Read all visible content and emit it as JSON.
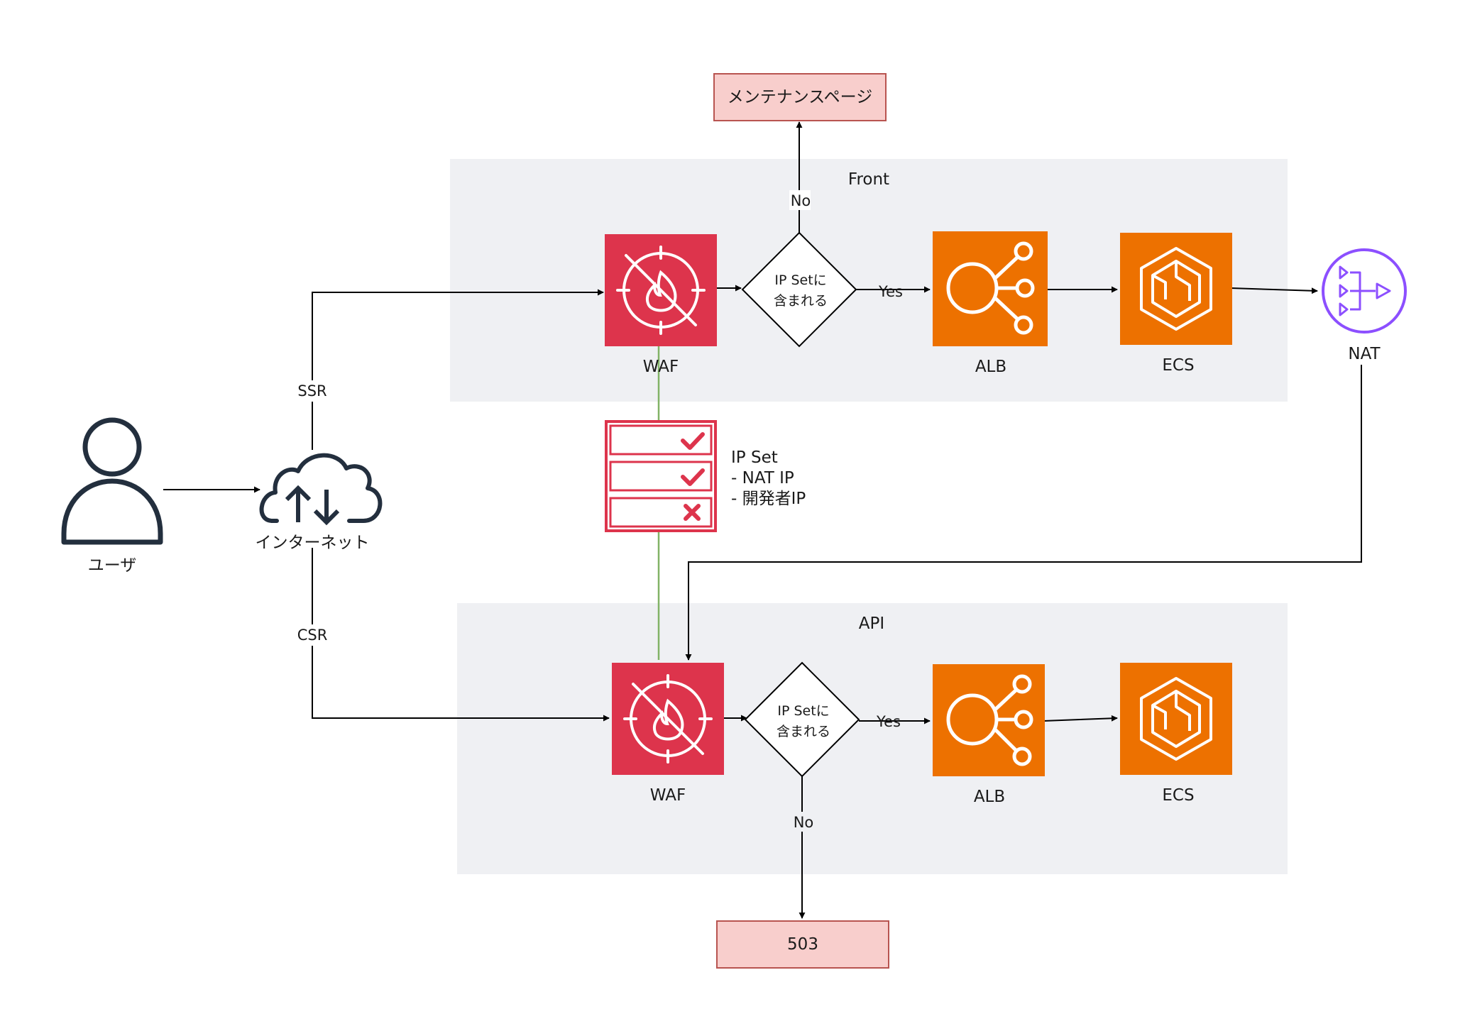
{
  "groups": {
    "front": "Front",
    "api": "API"
  },
  "nodes": {
    "user": "ユーザ",
    "internet": "インターネット",
    "front_waf": "WAF",
    "front_decision": [
      "IP Setに",
      "含まれる"
    ],
    "front_alb": "ALB",
    "front_ecs": "ECS",
    "nat": "NAT",
    "maintenance": "メンテナンスページ",
    "api_waf": "WAF",
    "api_decision": [
      "IP Setに",
      "含まれる"
    ],
    "api_alb": "ALB",
    "api_ecs": "ECS",
    "error": "503"
  },
  "ip_set": {
    "title": "IP Set",
    "items": [
      "- NAT IP",
      "- 開発者IP"
    ],
    "rows": [
      "check",
      "check",
      "cross"
    ]
  },
  "edges": {
    "ssr": "SSR",
    "csr": "CSR",
    "front_yes": "Yes",
    "front_no": "No",
    "api_yes": "Yes",
    "api_no": "No"
  },
  "colors": {
    "group_bg": "#eff0f3",
    "waf": "#dd344c",
    "compute": "#ed7100",
    "nat": "#8c4fff",
    "alert_fill": "#f8cecc",
    "alert_stroke": "#b85450",
    "link_green": "#82b366"
  },
  "icons": {
    "user": "user-icon",
    "internet": "internet-cloud-icon",
    "waf": "waf-icon",
    "alb": "alb-icon",
    "ecs": "ecs-icon",
    "nat": "nat-gateway-icon",
    "ip_set": "ip-set-checklist-icon"
  }
}
